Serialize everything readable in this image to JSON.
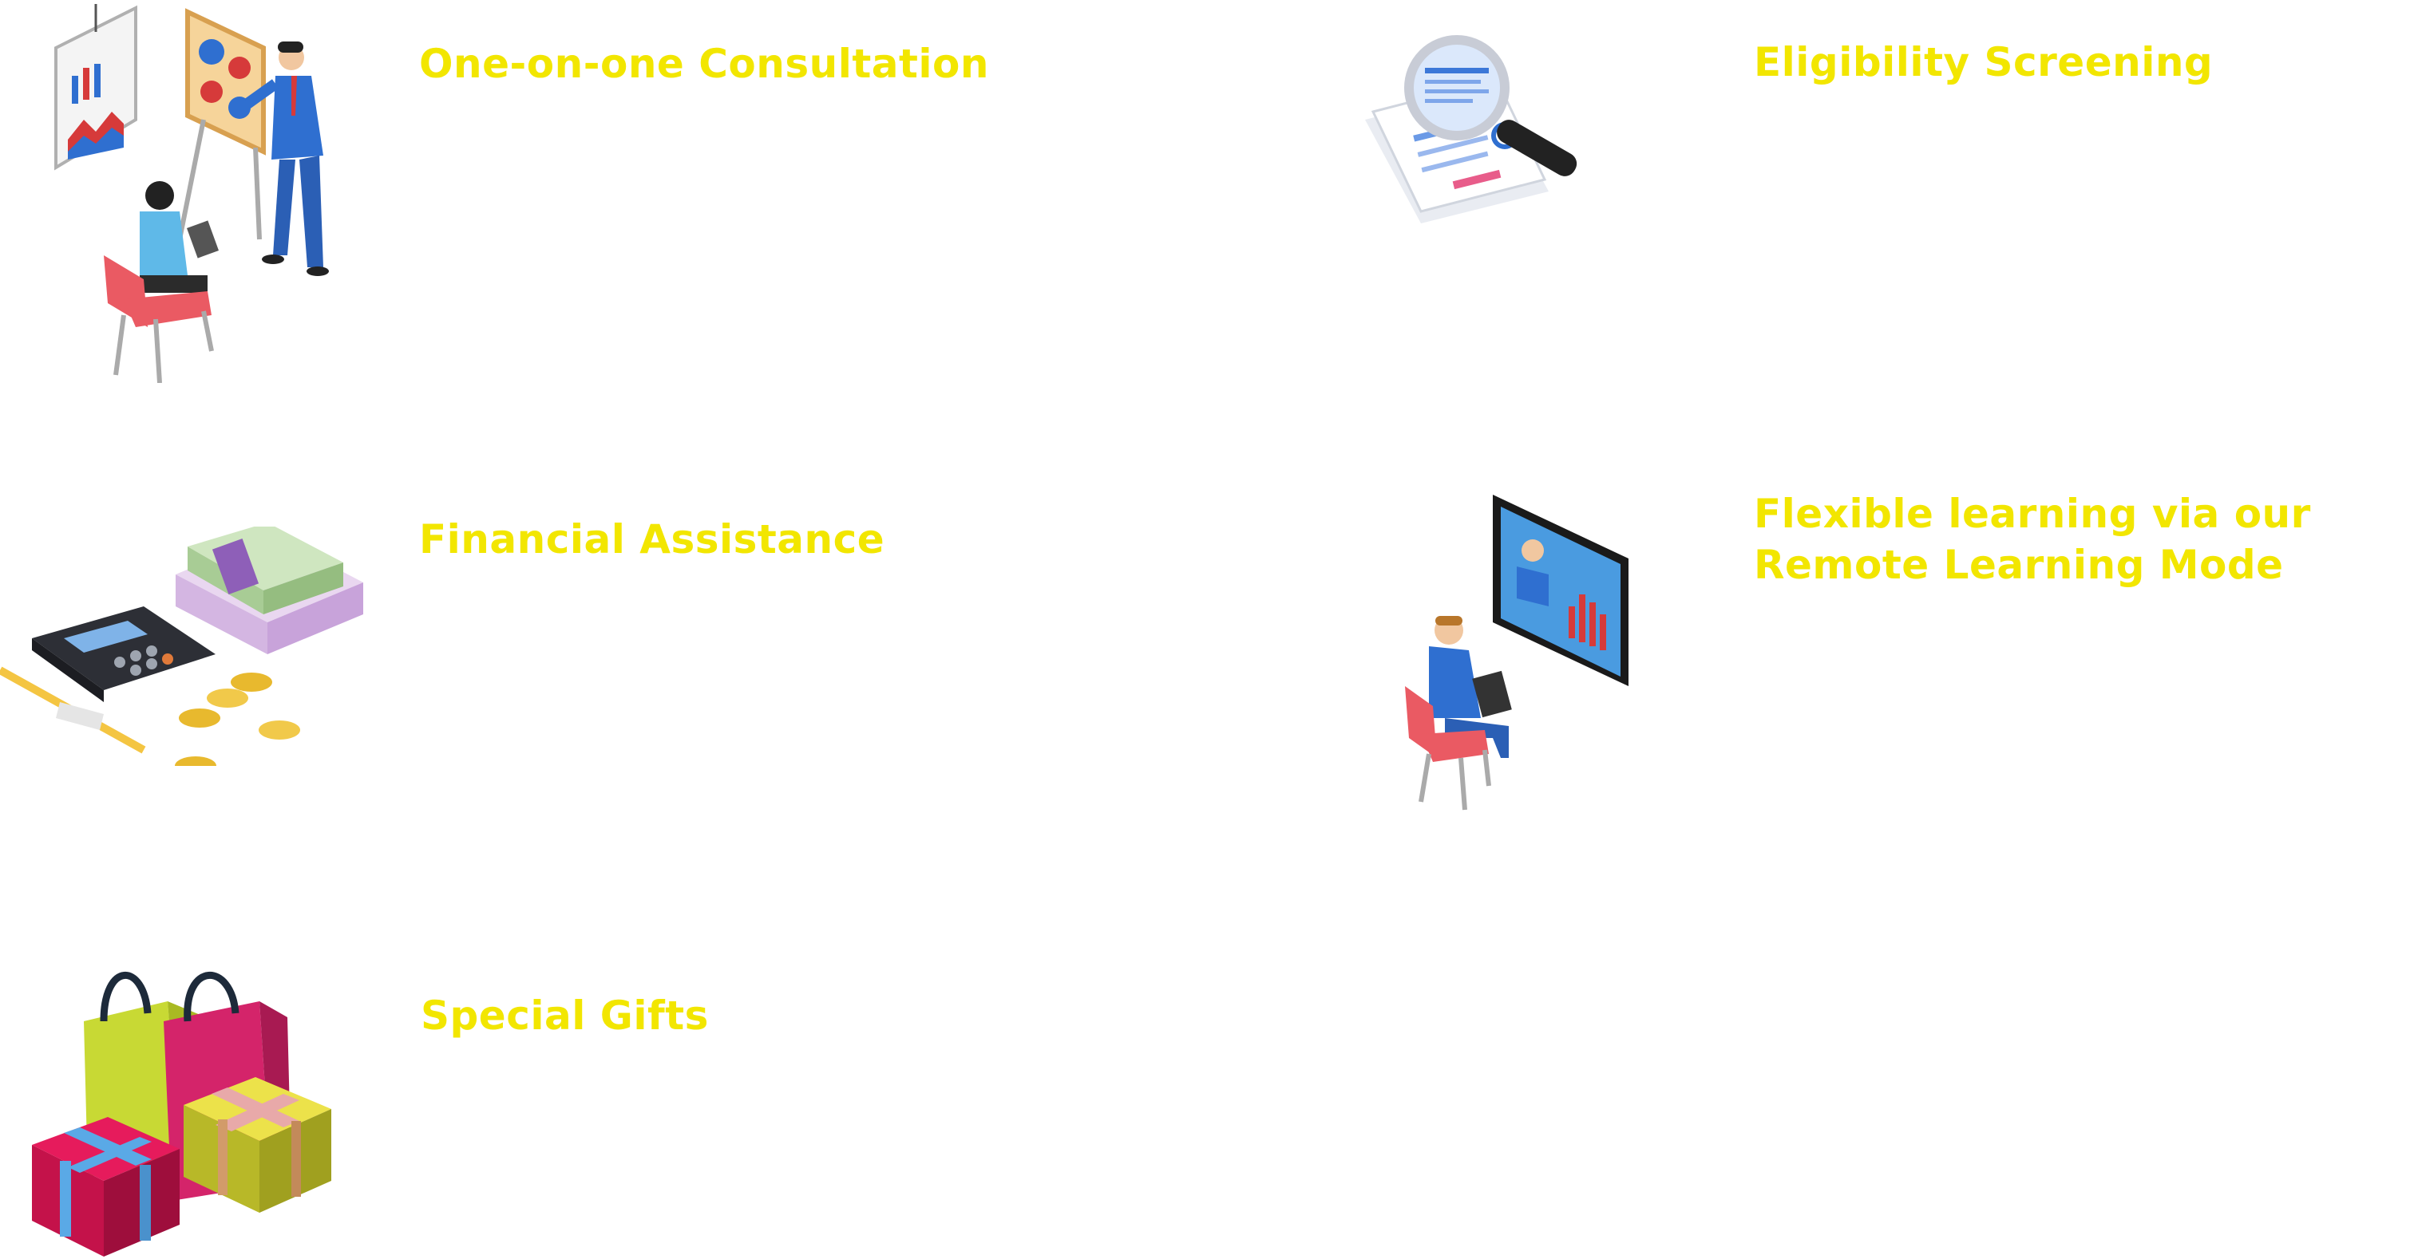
{
  "features": [
    {
      "title": "One-on-one Consultation",
      "icon": "consultation-illustration"
    },
    {
      "title": "Eligibility Screening",
      "icon": "magnifying-glass-documents-illustration"
    },
    {
      "title": "Financial Assistance",
      "icon": "calculator-money-coins-illustration"
    },
    {
      "title_line1": "Flexible learning via our",
      "title_line2": "Remote Learning Mode",
      "icon": "remote-learning-illustration"
    },
    {
      "title": "Special Gifts",
      "icon": "gift-boxes-bags-illustration"
    }
  ],
  "colors": {
    "title": "#f2e600",
    "background": "#ffffff"
  }
}
